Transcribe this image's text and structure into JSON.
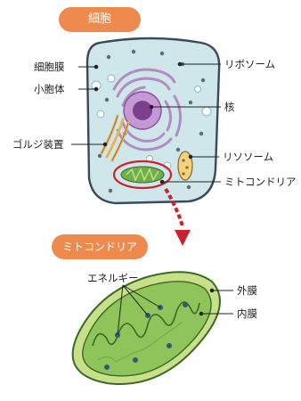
{
  "cell": {
    "title": "細胞",
    "labels": {
      "cell_membrane": "細胞膜",
      "vesicle": "小胞体",
      "golgi": "ゴルジ装置",
      "ribosome": "リボソーム",
      "nucleus": "核",
      "lysosome": "リソソーム",
      "mitochondria": "ミトコンドリア"
    }
  },
  "mito": {
    "title": "ミトコンドリア",
    "labels": {
      "energy": "エネルギー",
      "outer_membrane": "外膜",
      "inner_membrane": "内膜"
    }
  },
  "colors": {
    "title_pill": "#ee8a4e",
    "cytoplasm": "#cfe6ea",
    "cell_outline": "#3b4a5a",
    "nucleus": "#9b5fa8",
    "er": "#b48cc4",
    "golgi": "#e9b35c",
    "mito_fill": "#c8e08a",
    "mito_cristae": "#6fb04a",
    "highlight": "#cc2230"
  }
}
